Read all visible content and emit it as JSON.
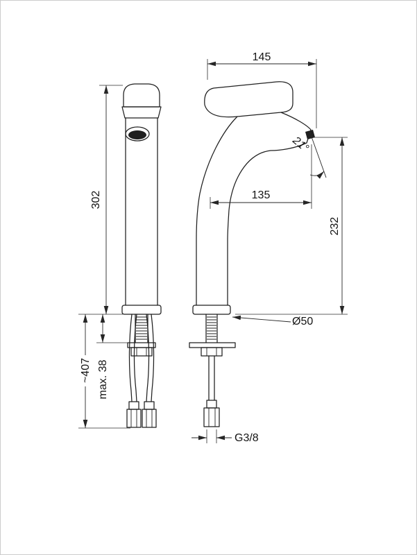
{
  "drawing": {
    "kind": "technical-dimension-drawing-faucet-front-and-side-view",
    "colors": {
      "background": "#ffffff",
      "line": "#1f1f1f",
      "dimension_line": "#262626",
      "page_border": "#cccccc"
    },
    "dimensions": {
      "top_width": "145",
      "body_height": "302",
      "spout_reach": "135",
      "outlet_height": "232",
      "outlet_angle": "21°",
      "base_diameter": "Ø50",
      "total_height": "~407",
      "max_deck_thickness": "max. 38",
      "thread": "G3/8"
    }
  }
}
